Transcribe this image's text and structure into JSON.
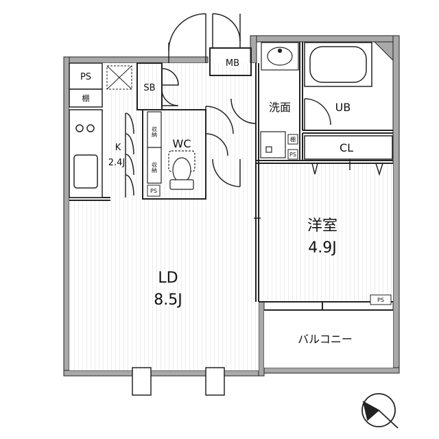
{
  "rooms": {
    "ld_name": "LD",
    "ld_size": "8.5J",
    "bedroom_name": "洋室",
    "bedroom_size": "4.9J",
    "kitchen_name": "K",
    "kitchen_size": "2.4J",
    "wc": "WC",
    "washroom": "洗面",
    "ub": "UB",
    "cl": "CL",
    "balcony": "バルコニー"
  },
  "fixtures": {
    "ps_top": "PS",
    "shelf_top": "棚",
    "sb": "SB",
    "mb": "MB",
    "storage_1": "収納",
    "storage_2": "収納",
    "ps_wc": "PS",
    "shelf_wash": "棚",
    "ps_wash": "PS",
    "ps_balcony": "PS"
  },
  "colors": {
    "wall": "#a9a9a9",
    "outline": "#222222",
    "floor_stripe": "#ececec",
    "background": "#ffffff"
  },
  "compass_icon": "north-arrow-icon"
}
